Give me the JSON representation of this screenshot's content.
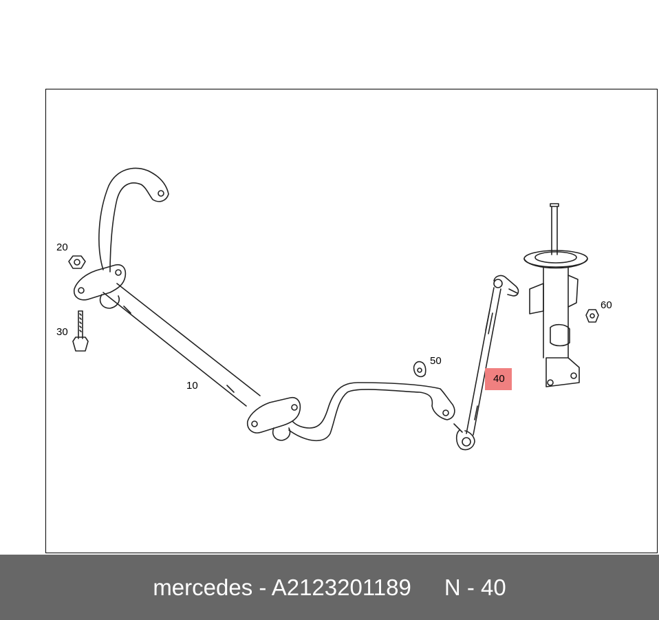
{
  "diagram": {
    "callouts": {
      "c10": "10",
      "c20": "20",
      "c30": "30",
      "c40": "40",
      "c50": "50",
      "c60": "60"
    },
    "highlight_color": "#f08080"
  },
  "footer": {
    "brand_part": "mercedes - A2123201189",
    "position": "N - 40",
    "background": "#676767"
  }
}
